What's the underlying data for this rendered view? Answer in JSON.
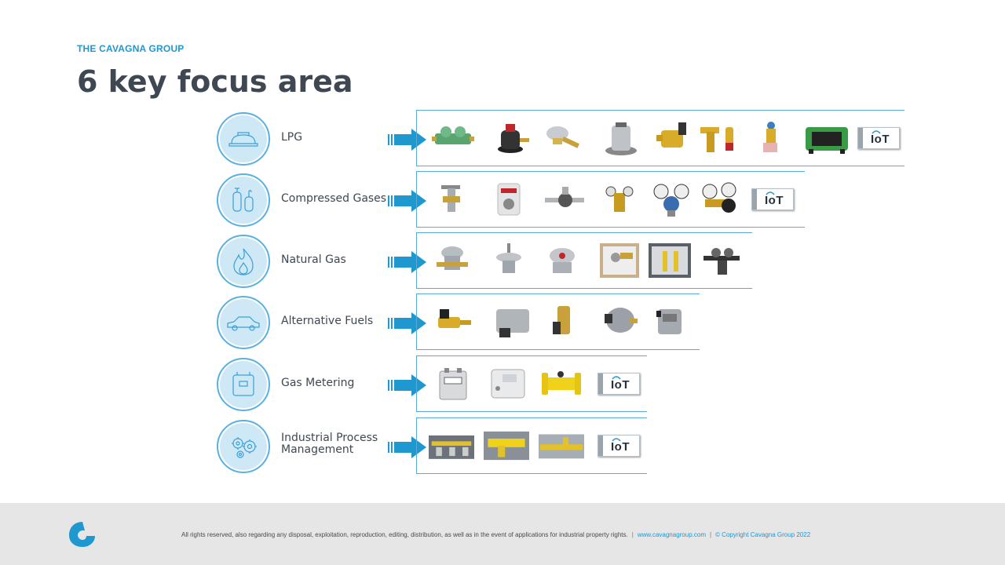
{
  "header": {
    "eyebrow": "THE CAVAGNA GROUP",
    "title": "6 key focus area"
  },
  "areas": [
    {
      "label": "LPG",
      "icon": "tank-icon",
      "frame_width": 622,
      "products": [
        "regulator",
        "valve",
        "regulator",
        "filter",
        "valve",
        "valve",
        "valve",
        "valve",
        "generator",
        "iot"
      ]
    },
    {
      "label": "Compressed Gases",
      "icon": "gas-cylinders-icon",
      "frame_width": 495,
      "products": [
        "valve",
        "meter",
        "regulator",
        "regulator",
        "gauge-regulator",
        "gauge-regulator",
        "iot"
      ]
    },
    {
      "label": "Natural Gas",
      "icon": "flame-icon",
      "frame_width": 428,
      "products": [
        "regulator",
        "regulator",
        "regulator",
        "cabinet",
        "cabinet",
        "regulator"
      ]
    },
    {
      "label": "Alternative Fuels",
      "icon": "car-icon",
      "frame_width": 361,
      "products": [
        "valve",
        "reducer",
        "valve",
        "reducer",
        "reducer"
      ]
    },
    {
      "label": "Gas Metering",
      "icon": "meter-icon",
      "frame_width": 294,
      "products": [
        "meter",
        "meter",
        "pipe-meter",
        "iot"
      ]
    },
    {
      "label_line1": "Industrial Process",
      "label_line2": "Management",
      "icon": "gears-icon",
      "frame_width": 294,
      "products": [
        "plant",
        "plant",
        "plant",
        "iot"
      ]
    }
  ],
  "iot_label": "IoT",
  "footer": {
    "legal": "All rights reserved, also regarding any disposal, exploitation, reproduction, editing, distribution, as well as in the event of applications for industrial property rights.",
    "separator": "|",
    "website": "www.cavagnagroup.com",
    "copyright": "© Copyright Cavagna Group 2022"
  },
  "colors": {
    "accent": "#1f97cf",
    "circle_fill": "#cfe8f6",
    "frame": "#5aaad8",
    "title": "#3f4852"
  }
}
